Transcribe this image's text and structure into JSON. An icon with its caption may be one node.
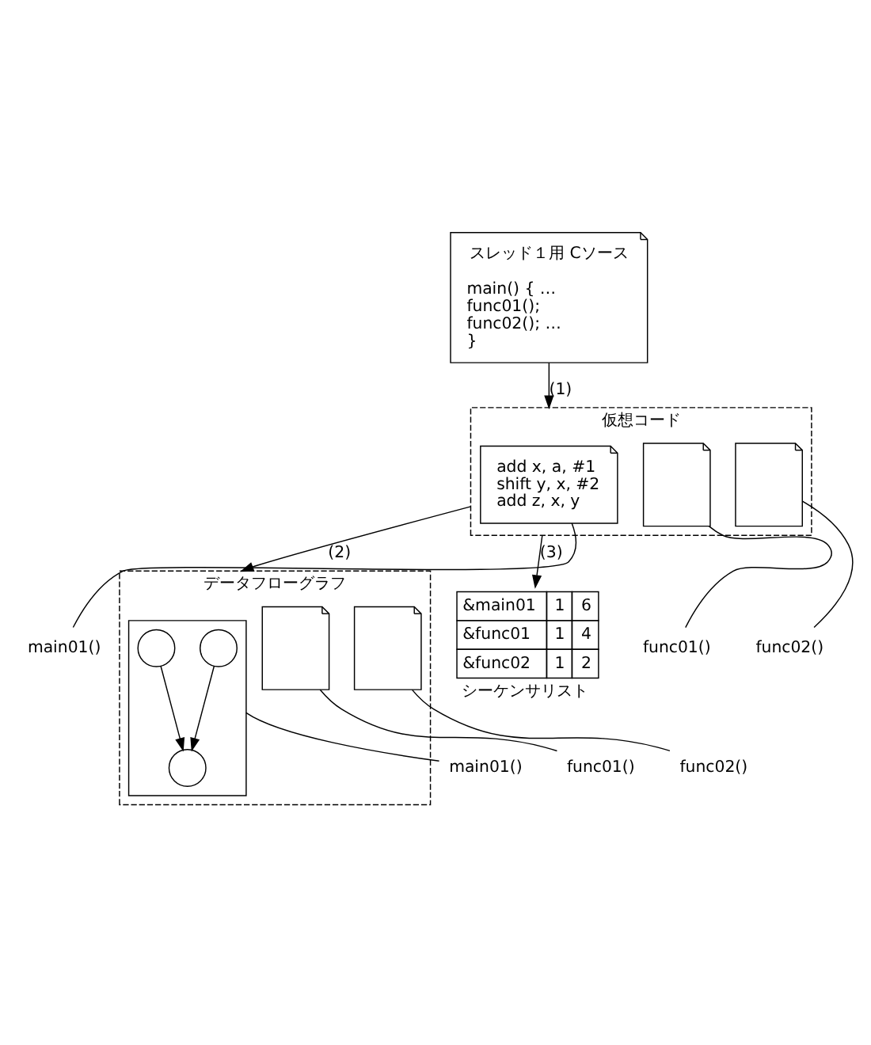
{
  "diagram": {
    "nodes": [
      {
        "text": [
          "スレッド１用 Cソース",
          "main() { … func01(); func02(); … }"
        ]
      },
      {
        "text": [
          "仮想コード"
        ]
      },
      {
        "text": [
          "add x, a, #1 shift y, x, #2 add z, x, y"
        ],
        "in": 1
      },
      {
        "text": [],
        "shape": "page",
        "in": 1
      },
      {
        "text": [],
        "shape": "page",
        "in": 1
      },
      {
        "text": [
          "main01()"
        ]
      },
      {
        "text": [
          "func01()"
        ]
      },
      {
        "text": [
          "func02()"
        ]
      },
      {
        "text": [
          "データフローグラフ"
        ]
      },
      {
        "text": [],
        "shape": "page",
        "in": 8
      },
      {
        "text": [],
        "shape": "circle",
        "in": 9
      },
      {
        "text": [],
        "shape": "circle",
        "in": 9
      },
      {
        "text": [],
        "shape": "circle",
        "in": 9
      },
      {
        "text": [],
        "shape": "page",
        "in": 8
      },
      {
        "text": [],
        "shape": "page",
        "in": 8
      },
      {
        "text": [
          "main01()"
        ]
      },
      {
        "text": [
          "func01()"
        ]
      },
      {
        "text": [
          "func02()"
        ]
      },
      {
        "text": [
          "&main01",
          "1",
          "6",
          "&func01",
          "1",
          "4",
          "&func02",
          "1",
          "2"
        ],
        "beside": [
          "シーケンサリスト"
        ]
      }
    ],
    "edges": [
      {
        "from": 0,
        "to": 1,
        "arrow": "to",
        "label": "(1)"
      },
      {
        "from": 1,
        "to": 8,
        "arrow": "to",
        "label": "(2)"
      },
      {
        "from": 1,
        "to": 18,
        "arrow": "to",
        "label": "(3)"
      },
      {
        "from": 5,
        "to": 2,
        "arrow": "none"
      },
      {
        "from": 6,
        "to": 3,
        "arrow": "none"
      },
      {
        "from": 7,
        "to": 4,
        "arrow": "none"
      },
      {
        "from": 10,
        "to": 12,
        "arrow": "to"
      },
      {
        "from": 11,
        "to": 12,
        "arrow": "to"
      },
      {
        "from": 15,
        "to": 9,
        "arrow": "none"
      },
      {
        "from": 16,
        "to": 13,
        "arrow": "none"
      },
      {
        "from": 17,
        "to": 14,
        "arrow": "none"
      }
    ]
  }
}
